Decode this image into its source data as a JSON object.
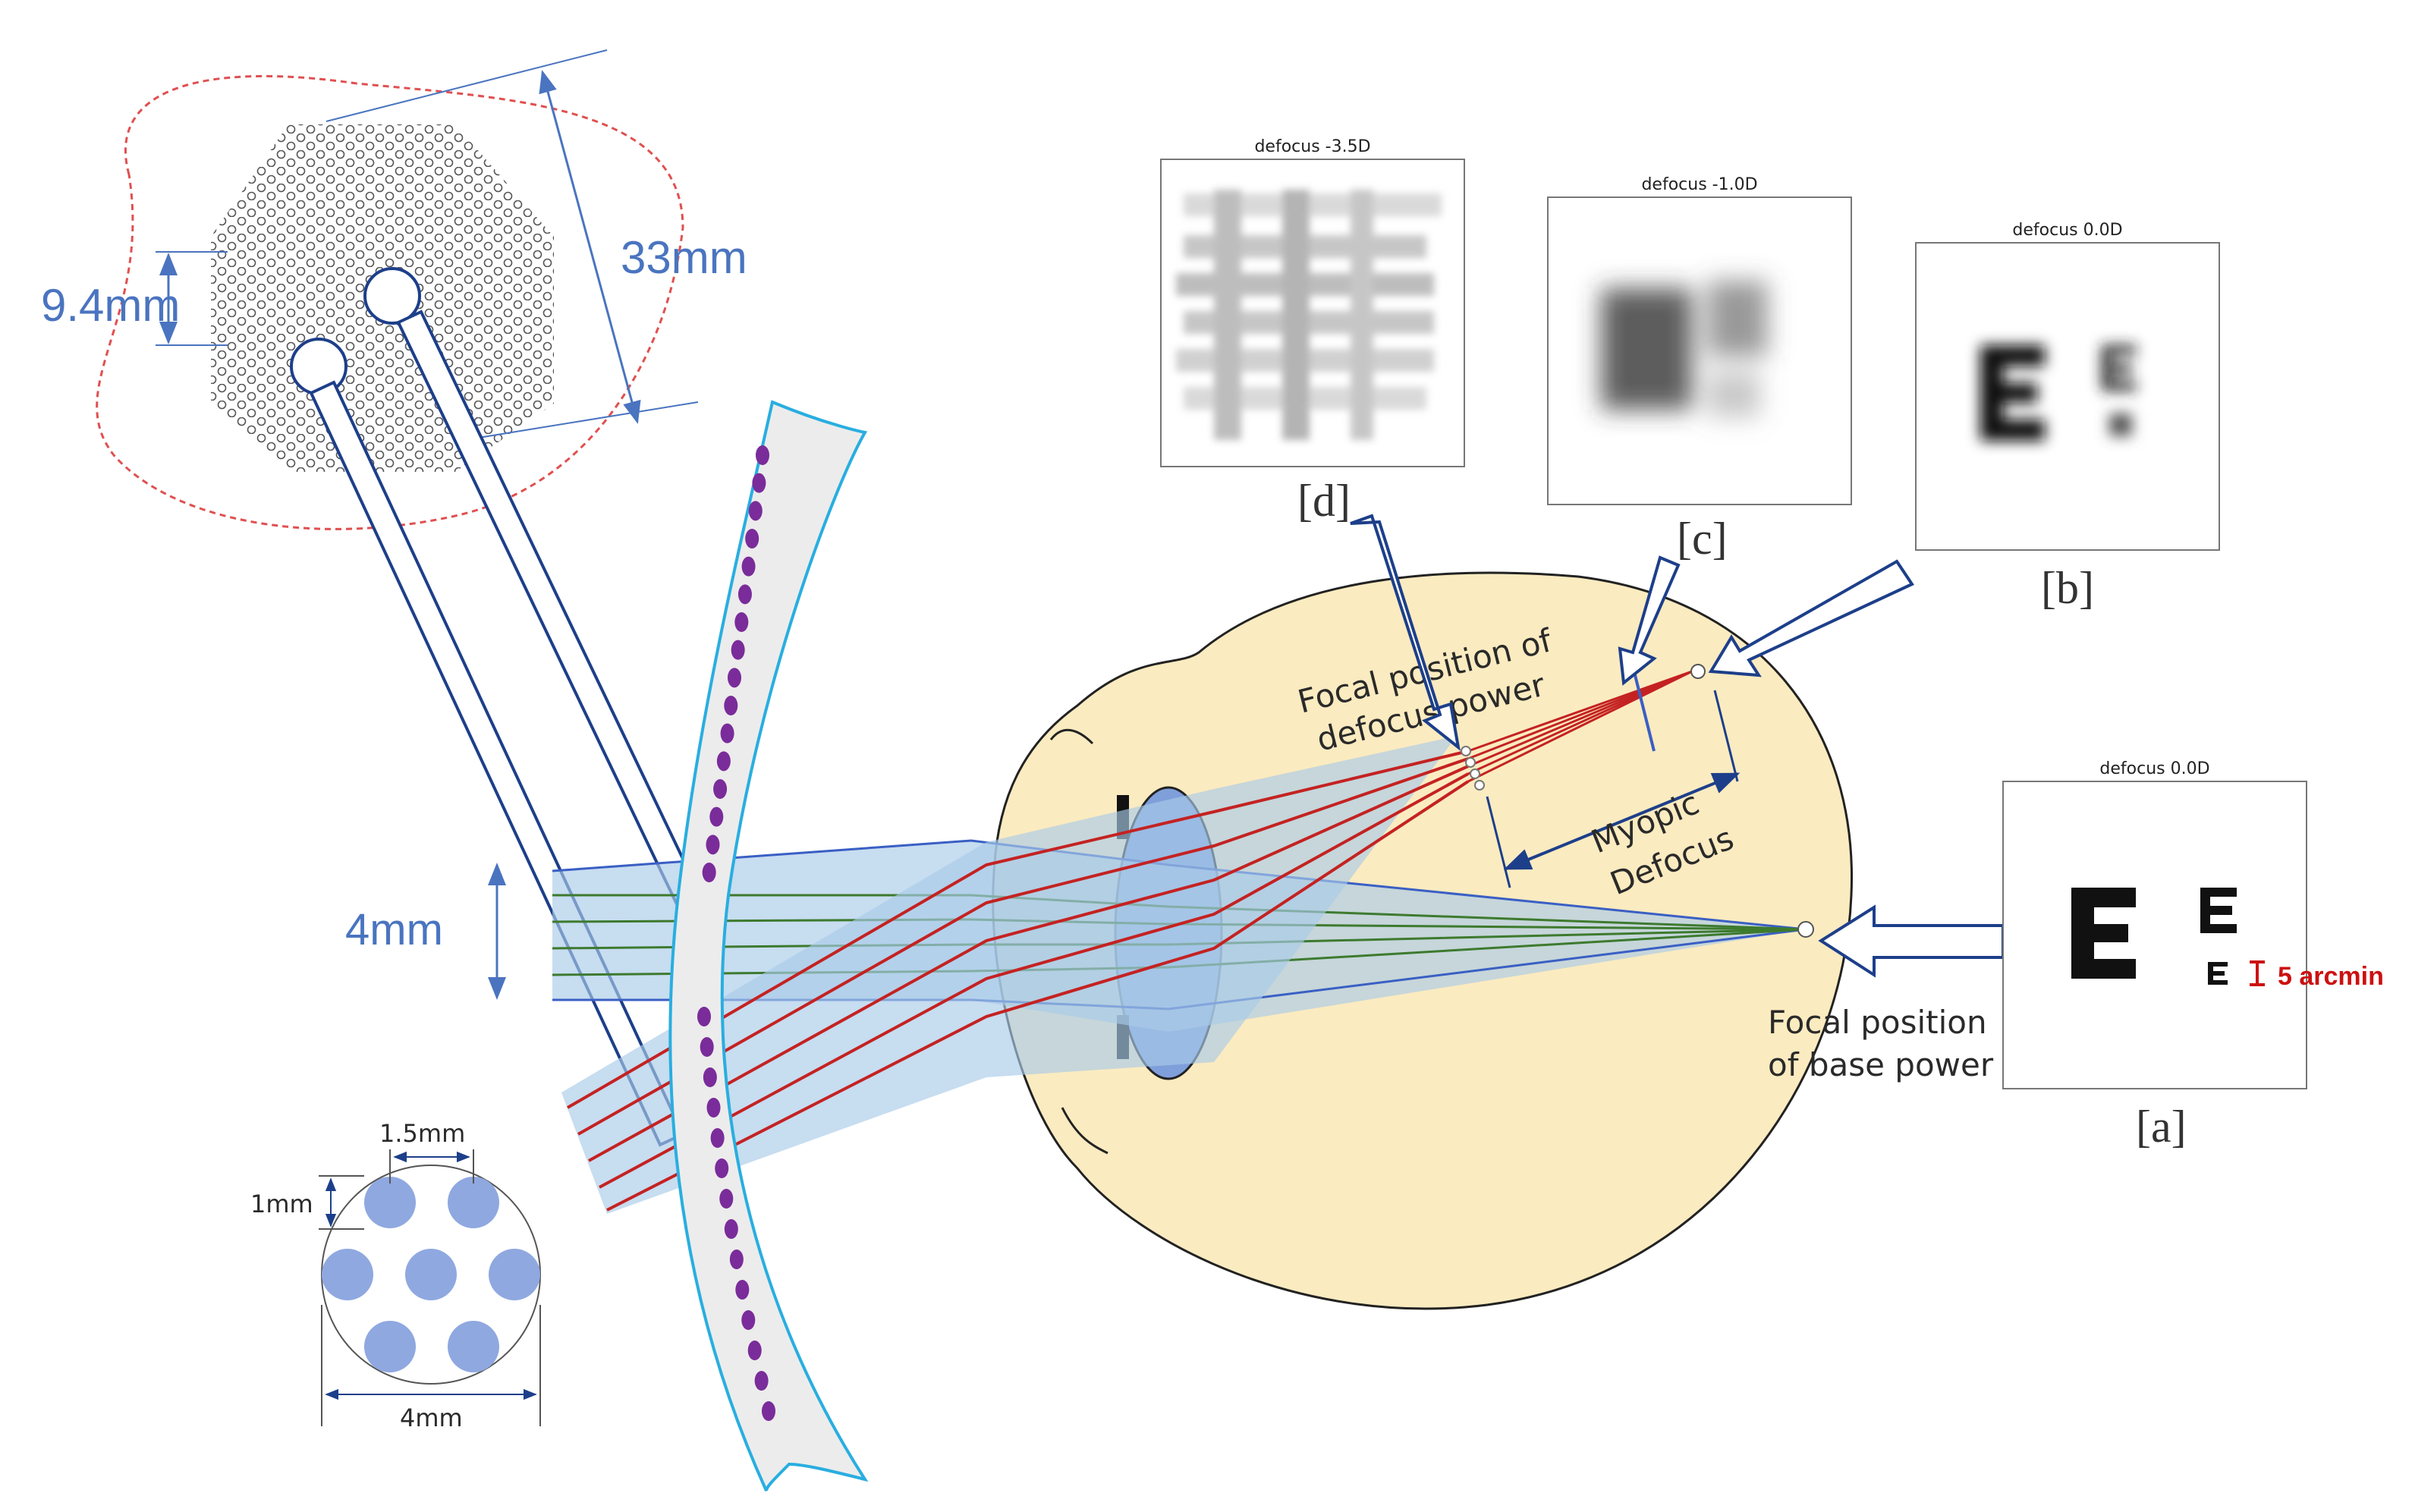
{
  "colors": {
    "eye_fill": "#fbebc0",
    "lens_fill": "#7f9fdb",
    "beam_fill": "#a9cbe8",
    "ray_red": "#c42222",
    "ray_green": "#3d7a2e",
    "ray_blue": "#3a5fc4",
    "spectacle_outline": "#29aee0",
    "lenslet_purple": "#7a2c9a",
    "frame_red_dashed": "#e05050",
    "annotation_blue": "#4a74c0",
    "arcmin_red": "#cc1111"
  },
  "dimensions": {
    "lenslet_spacing": "9.4mm",
    "lens_diameter": "33mm",
    "beam_width": "4mm",
    "spot_spacing": "1.5mm",
    "spot_size": "1mm",
    "pupil_diameter": "4mm"
  },
  "labels": {
    "focal_defocus_line1": "Focal position of",
    "focal_defocus_line2": "defocus power",
    "myopic_line1": "Myopic",
    "myopic_line2": "Defocus",
    "focal_base_line1": "Focal position",
    "focal_base_line2": "of base power"
  },
  "panels": {
    "a": {
      "title": "defocus 0.0D",
      "tag": "[a]",
      "arcmin": "5 arcmin"
    },
    "b": {
      "title": "defocus 0.0D",
      "tag": "[b]"
    },
    "c": {
      "title": "defocus -1.0D",
      "tag": "[c]"
    },
    "d": {
      "title": "defocus -3.5D",
      "tag": "[d]"
    }
  }
}
